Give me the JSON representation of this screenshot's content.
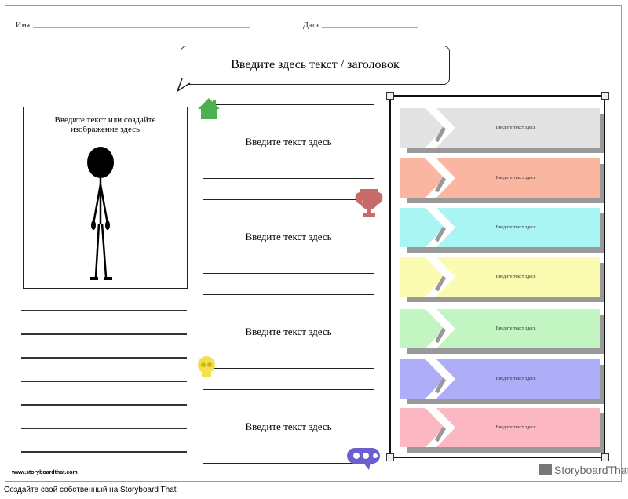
{
  "header": {
    "name_label": "Имя",
    "date_label": "Дата"
  },
  "title": "Введите здесь текст / заголовок",
  "picture_box": {
    "text": "Введите текст или создайте изображение здесь"
  },
  "text_boxes": [
    "Введите текст здесь",
    "Введите текст здесь",
    "Введите текст здесь",
    "Введите текст здесь"
  ],
  "arrow_rows": [
    {
      "text": "Введите текст здесь",
      "color": "#e2e2e2"
    },
    {
      "text": "Введите текст здесь",
      "color": "#fbb6a2"
    },
    {
      "text": "Введите текст здесь",
      "color": "#a8f5f3"
    },
    {
      "text": "Введите текст здесь",
      "color": "#fbfbb2"
    },
    {
      "text": "Введите текст здесь",
      "color": "#c2f5c2"
    },
    {
      "text": "Введите текст здесь",
      "color": "#aeaef8"
    },
    {
      "text": "Введите текст здесь",
      "color": "#fbb8c2"
    }
  ],
  "footer": {
    "url": "www.storyboardthat.com",
    "brand": "StoryboardThat"
  },
  "caption": "Создайте свой собственный на Storyboard That"
}
